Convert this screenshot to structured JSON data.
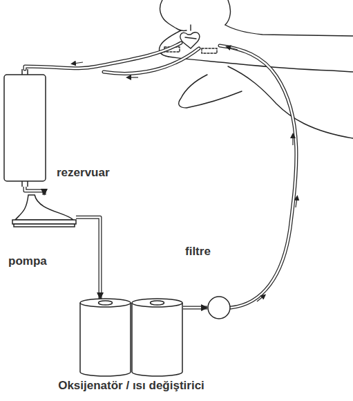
{
  "diagram": {
    "nodes": [
      {
        "text": [
          "rezervuar"
        ]
      },
      {
        "text": [
          "pompa"
        ]
      },
      {
        "text": [
          "Oksijenatör / ısı değiştirici"
        ]
      },
      {
        "text": [
          "filtre"
        ]
      }
    ],
    "edges": [
      {
        "from": 0,
        "to": 1,
        "arrow": "to"
      },
      {
        "from": 1,
        "to": 2,
        "arrow": "to"
      },
      {
        "from": 2,
        "to": 3,
        "arrow": "to"
      }
    ]
  }
}
